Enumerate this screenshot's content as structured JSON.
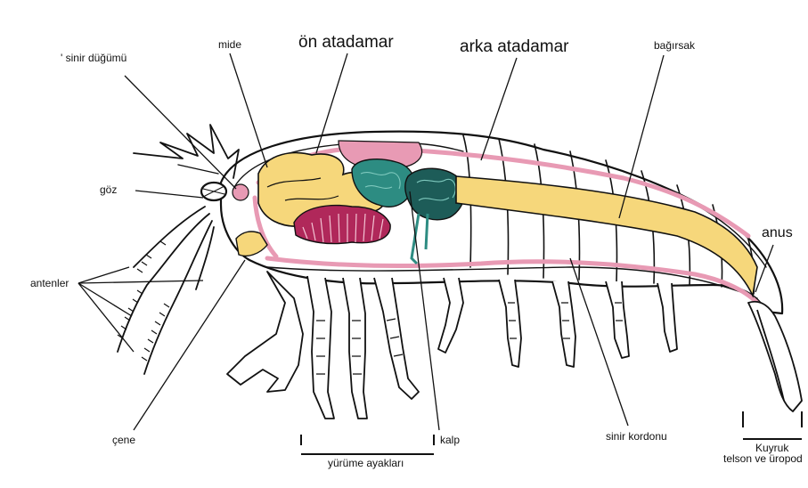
{
  "labels": {
    "sinir_dugumu": "' sinir düğümü",
    "mide": "mide",
    "on_atadamar": "ön atadamar",
    "arka_atadamar": "arka atadamar",
    "bagirsak": "bağırsak",
    "goz": "göz",
    "antenler": "antenler",
    "anus": "anus",
    "cene": "çene",
    "yurume_ayaklari": "yürüme ayakları",
    "kalp": "kalp",
    "sinir_kordonu": "sinir kordonu",
    "kuyruk": "Kuyruk",
    "telson": "telson ve üropod"
  },
  "colors": {
    "stomach": "#f6d77b",
    "digestive_gland": "#b0285a",
    "pink_vessel": "#e89ab4",
    "heart": "#2d8c82",
    "heart_dark": "#1d5c58",
    "intestine": "#f6d77b",
    "outline": "#111111"
  }
}
